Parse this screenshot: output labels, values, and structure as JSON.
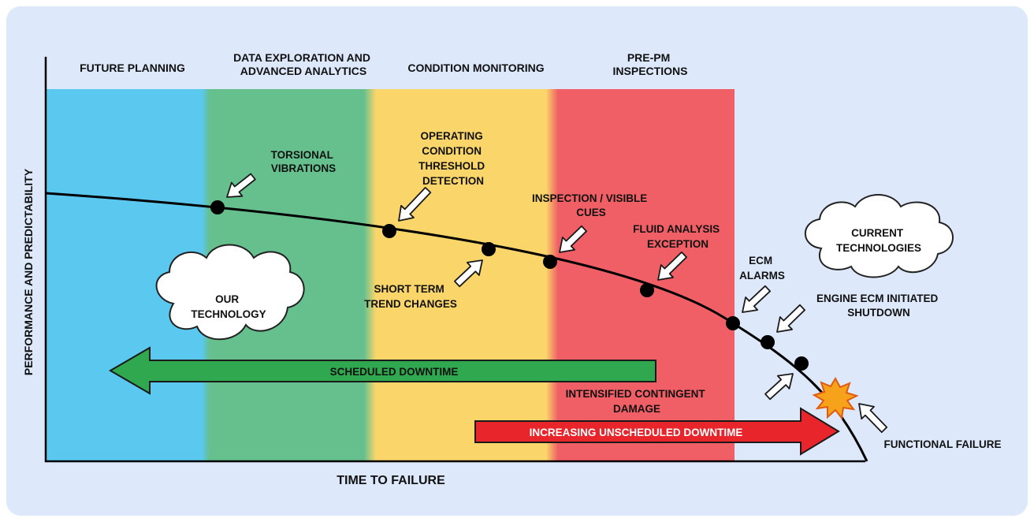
{
  "phases": [
    {
      "lines": [
        "FUTURE PLANNING"
      ],
      "color": "#5bc8f0"
    },
    {
      "lines": [
        "DATA EXPLORATION AND",
        "ADVANCED ANALYTICS"
      ],
      "color": "#66c08e"
    },
    {
      "lines": [
        "CONDITION MONITORING"
      ],
      "color": "#fad56a"
    },
    {
      "lines": [
        "PRE-PM",
        "INSPECTIONS"
      ],
      "color": "#ef5f65"
    }
  ],
  "axes": {
    "y_label": "PERFORMANCE AND PREDICTABILITY",
    "x_label": "TIME TO FAILURE"
  },
  "annotations": [
    {
      "id": "torsional",
      "lines": [
        "TORSIONAL",
        "VIBRATIONS"
      ]
    },
    {
      "id": "operating",
      "lines": [
        "OPERATING",
        "CONDITION",
        "THRESHOLD",
        "DETECTION"
      ]
    },
    {
      "id": "short_term",
      "lines": [
        "SHORT TERM",
        "TREND CHANGES"
      ]
    },
    {
      "id": "inspection",
      "lines": [
        "INSPECTION / VISIBLE",
        "CUES"
      ]
    },
    {
      "id": "fluid",
      "lines": [
        "FLUID ANALYSIS",
        "EXCEPTION"
      ]
    },
    {
      "id": "ecm_alarms",
      "lines": [
        "ECM",
        "ALARMS"
      ]
    },
    {
      "id": "engine_ecm",
      "lines": [
        "ENGINE ECM INITIATED",
        "SHUTDOWN"
      ]
    },
    {
      "id": "intensified",
      "lines": [
        "INTENSIFIED CONTINGENT",
        "DAMAGE"
      ]
    },
    {
      "id": "functional",
      "lines": [
        "FUNCTIONAL FAILURE"
      ]
    }
  ],
  "clouds": {
    "ours": [
      "OUR",
      "TECHNOLOGY"
    ],
    "current": [
      "CURRENT",
      "TECHNOLOGIES"
    ]
  },
  "arrows": {
    "scheduled": {
      "label": "SCHEDULED DOWNTIME",
      "color": "#2fa84f"
    },
    "unscheduled": {
      "label": "INCREASING UNSCHEDULED DOWNTIME",
      "color": "#e8252b"
    }
  },
  "colors": {
    "background": "#dde9fb",
    "curve": "#000000",
    "explosion": "#f7a21b"
  }
}
